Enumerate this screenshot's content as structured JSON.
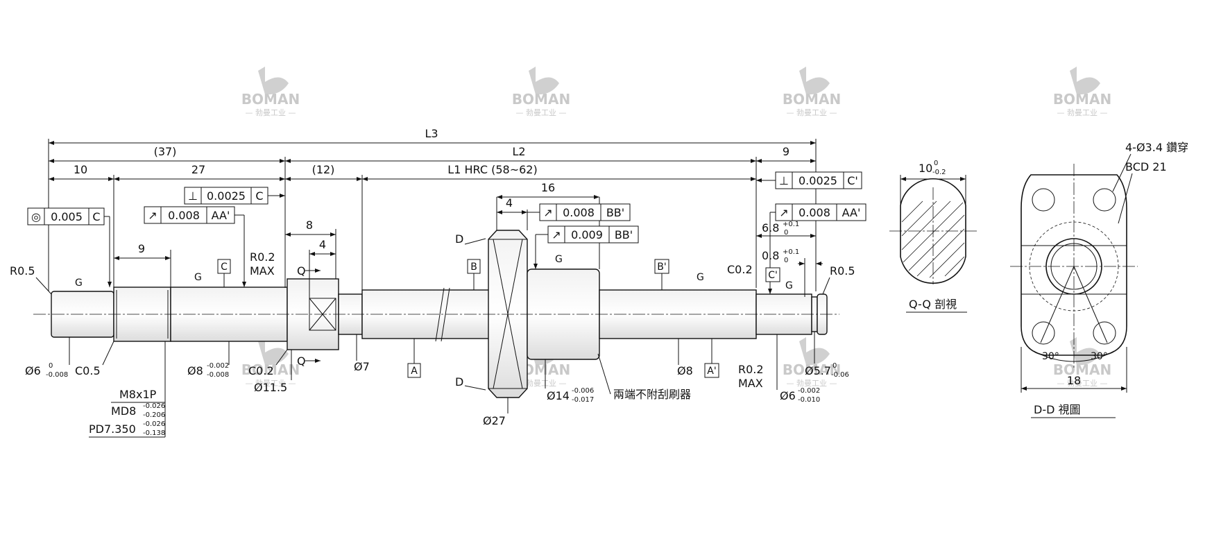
{
  "watermark": {
    "brand": "BOMAN",
    "sub": "— 勃曼工业 —"
  },
  "dims": {
    "l3": "L3",
    "d37": "(37)",
    "l2": "L2",
    "d9_right": "9",
    "d10": "10",
    "d27": "27",
    "d12": "(12)",
    "l1": "L1 HRC (58~62)",
    "d16": "16",
    "d4_nut": "4",
    "d8_top": "8",
    "d4_top": "4",
    "d9_left": "9",
    "d6_8": "6.8",
    "d6_8_tol_up": "+0.1",
    "d6_8_tol_lo": "0",
    "d0_8": "0.8",
    "d0_8_tol_up": "+0.1",
    "d0_8_tol_lo": "0"
  },
  "tolerance_frames": {
    "concentric": {
      "symbol": "◎",
      "value": "0.005",
      "ref": "C"
    },
    "perp_left": {
      "symbol": "⊥",
      "value": "0.0025",
      "ref": "C"
    },
    "runout_left": {
      "symbol": "↗",
      "value": "0.008",
      "ref": "AA'"
    },
    "runout_nut1": {
      "symbol": "↗",
      "value": "0.008",
      "ref": "BB'"
    },
    "runout_nut2": {
      "symbol": "↗",
      "value": "0.009",
      "ref": "BB'"
    },
    "perp_right": {
      "symbol": "⊥",
      "value": "0.0025",
      "ref": "C'"
    },
    "runout_right": {
      "symbol": "↗",
      "value": "0.008",
      "ref": "AA'"
    }
  },
  "datums": {
    "a": "A",
    "a_prime": "A'",
    "b": "B",
    "b_prime": "B'",
    "c": "C",
    "c_prime": "C'"
  },
  "labels": {
    "r05_left": "R0.5",
    "r05_right": "R0.5",
    "g": "G",
    "r02_max_left_a": "R0.2",
    "r02_max_left_b": "MAX",
    "r02_max_right_a": "R0.2",
    "r02_max_right_b": "MAX",
    "c02_left": "C0.2",
    "c02_right": "C0.2",
    "c05": "C0.5",
    "q": "Q",
    "d_mark": "D",
    "dia6": "Ø6",
    "dia6_up": "0",
    "dia6_lo": "-0.008",
    "dia8": "Ø8",
    "dia8_up": "-0.002",
    "dia8_lo": "-0.008",
    "dia11_5": "Ø11.5",
    "dia7": "Ø7",
    "dia8_plain": "Ø8",
    "dia27": "Ø27",
    "dia14": "Ø14",
    "dia14_up": "-0.006",
    "dia14_lo": "-0.017",
    "wiper": "兩端不附刮刷器",
    "dia57": "Ø5.7",
    "dia57_up": "0",
    "dia57_lo": "-0.06",
    "dia6r": "Ø6",
    "dia6r_up": "-0.002",
    "dia6r_lo": "-0.010",
    "m8": "M8x1P",
    "md8": "MD8",
    "md8_up": "-0.026",
    "md8_lo": "-0.206",
    "pd": "PD7.350",
    "pd_up": "-0.026",
    "pd_lo": "-0.138"
  },
  "section_qq": {
    "width": "10",
    "w_up": "0",
    "w_lo": "-0.2",
    "title": "Q-Q 剖視"
  },
  "view_dd": {
    "holes": "4-Ø3.4 鑽穿",
    "bcd": "BCD 21",
    "angle_l": "30°",
    "angle_r": "30°",
    "width": "18",
    "title": "D-D 視圖"
  }
}
